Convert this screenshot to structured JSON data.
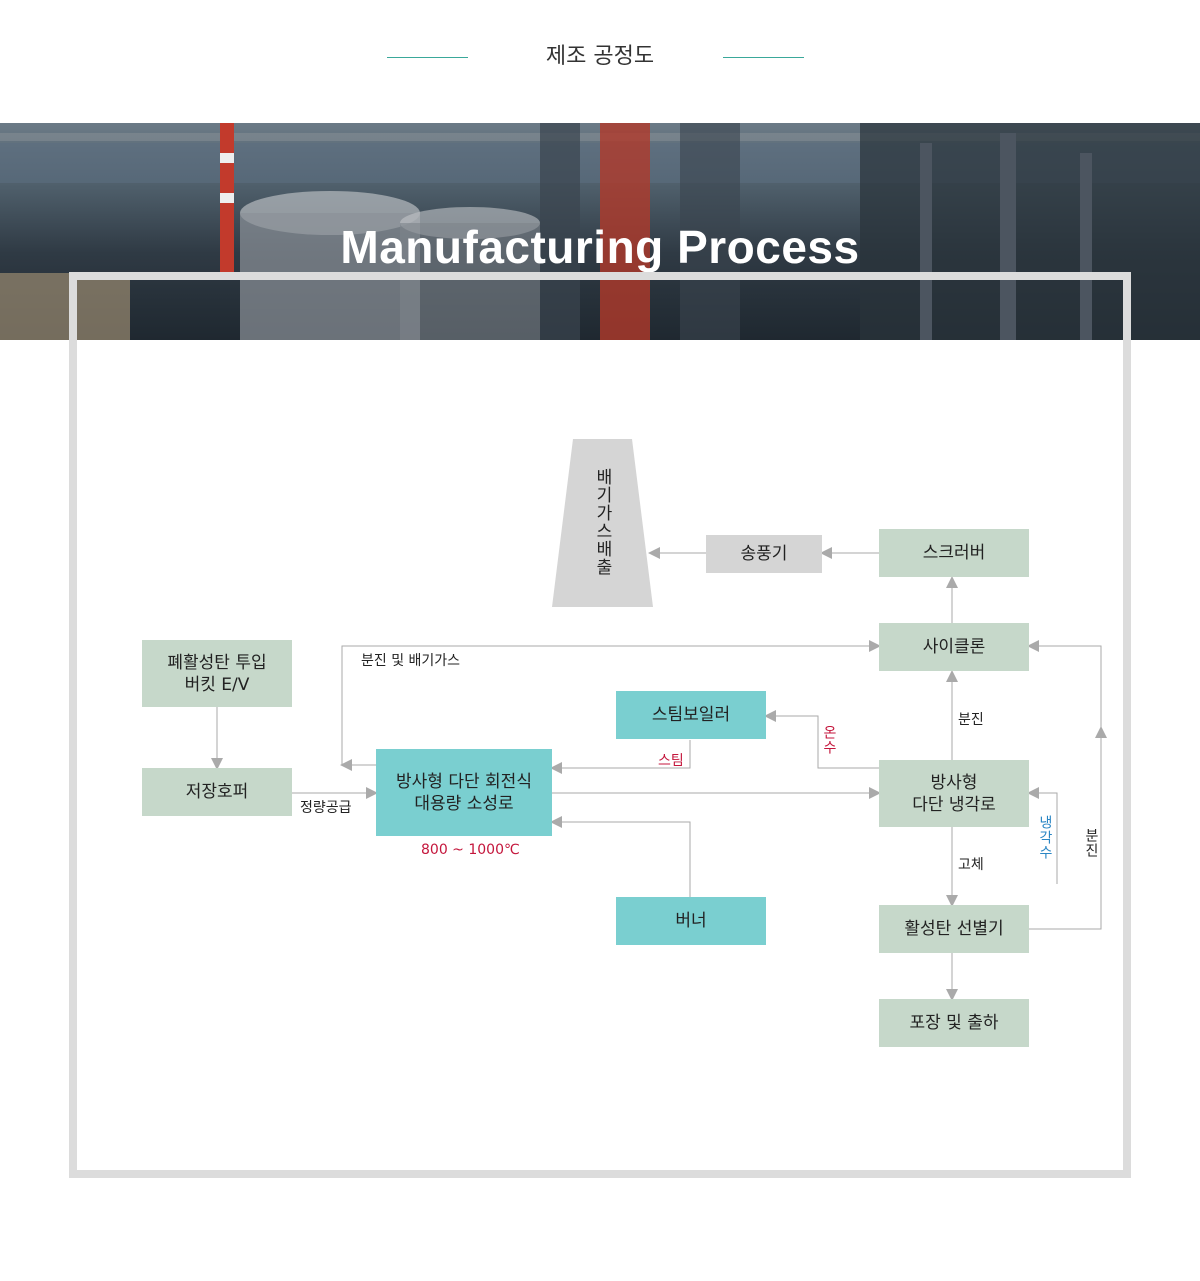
{
  "header": {
    "title": "제조 공정도"
  },
  "banner": {
    "title": "Manufacturing Process"
  },
  "colors": {
    "accent_line": "#3aa89a",
    "box_green": "#c6d8ca",
    "box_cyan": "#7acfd0",
    "box_gray": "#d5d5d5",
    "arrow": "#aaaaaa",
    "red_label": "#c4163c",
    "blue_label": "#2a86c4"
  },
  "nodes": {
    "exhaust": "배기가스배출",
    "blower": "송풍기",
    "scrubber": "스크러버",
    "cyclone": "사이클론",
    "input_line1": "폐활성탄 투입",
    "input_line2": "버킷 E/V",
    "hopper": "저장호퍼",
    "kiln_line1": "방사형 다단 회전식",
    "kiln_line2": "대용량 소성로",
    "boiler": "스팀보일러",
    "cooler_line1": "방사형",
    "cooler_line2": "다단 냉각로",
    "burner": "버너",
    "sorter": "활성탄 선별기",
    "packing": "포장 및 출하"
  },
  "labels": {
    "dust_exhaust": "분진 및 배기가스",
    "steam": "스팀",
    "hot_water": "온수",
    "dust1": "분진",
    "quantitative": "정량공급",
    "temperature": "800 ~ 1000℃",
    "solid": "고체",
    "cooling_water": "냉각수",
    "dust2": "분진"
  }
}
